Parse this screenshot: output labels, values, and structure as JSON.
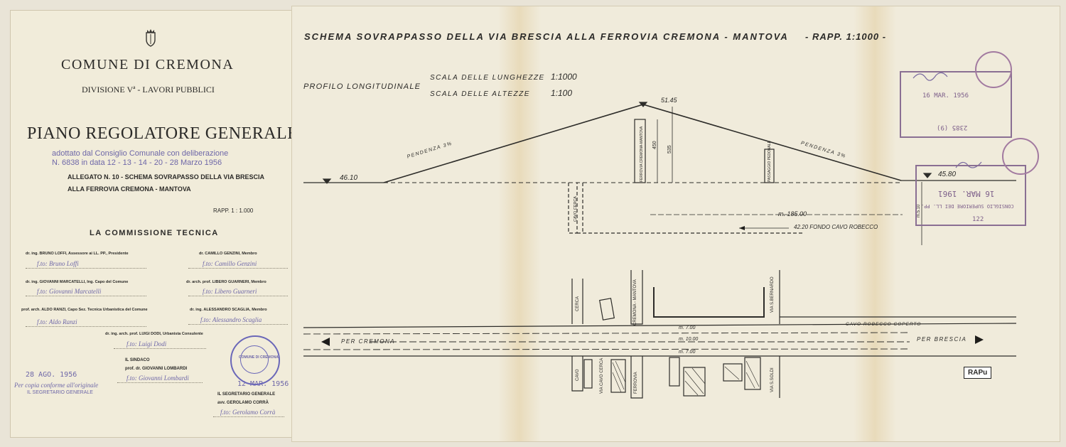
{
  "left_panel": {
    "municipality": "COMUNE DI CREMONA",
    "division": "DIVISIONE Vª - LAVORI PUBBLICI",
    "plan_title": "PIANO REGOLATORE GENERALE",
    "adoption_line1": "adottato dal Consiglio Comunale con deliberazione",
    "adoption_line2": "N. 6838 in data 12 - 13 - 14 - 20 - 28 Marzo 1956",
    "annex_line1": "ALLEGATO N. 10 - SCHEMA SOVRAPASSO DELLA VIA BRESCIA",
    "annex_line2": "ALLA FERROVIA CREMONA - MANTOVA",
    "scale": "RAPP. 1 : 1.000",
    "commission_heading": "LA COMMISSIONE TECNICA",
    "members": [
      {
        "role": "dr. ing. BRUNO LOFFI, Assessore ai LL. PP., Presidente",
        "signature": "f.to: Bruno Loffi"
      },
      {
        "role": "dr. CAMILLO GENZINI, Membro",
        "signature": "f.to: Camillo Genzini"
      },
      {
        "role": "dr. ing. GIOVANNI MARCATELLI, Ing. Capo del Comune",
        "signature": "f.to: Giovanni Marcatelli"
      },
      {
        "role": "dr. arch. prof. LIBERO GUARNERI, Membro",
        "signature": "f.to: Libero Guarneri"
      },
      {
        "role": "prof. arch. ALDO RANZI, Capo Sez. Tecnica Urbanistica del Comune",
        "signature": "f.to: Aldo Ranzi"
      },
      {
        "role": "dr. ing. ALESSANDRO SCAGLIA, Membro",
        "signature": "f.to: Alessandro Scaglia"
      },
      {
        "role": "dr. ing. arch. prof. LUIGI DODI, Urbanista Consulente",
        "signature": "f.to: Luigi Dodi"
      }
    ],
    "mayor_title": "IL SINDACO",
    "mayor_name": "prof. dr. GIOVANNI LOMBARDI",
    "mayor_signature": "f.to: Giovanni Lombardi",
    "secretary_title": "IL SEGRETARIO GENERALE",
    "secretary_name": "avv. GEROLAMO CORRÀ",
    "secretary_signature": "f.to: Gerolamo Corrà",
    "stamp_date_left": "28 AGO. 1956",
    "copy_note": "Per copia conforme all'originale",
    "copy_signer": "IL SEGRETARIO GENERALE",
    "stamp_date_middle": "12 MAR. 1956",
    "seal_text": "COMUNE DI CREMONA"
  },
  "drawing": {
    "title": "SCHEMA SOVRAPPASSO DELLA VIA BRESCIA ALLA FERROVIA CREMONA - MANTOVA",
    "title_scale": "- RAPP. 1:1000 -",
    "profile_heading": "PROFILO LONGITUDINALE",
    "scale_lengths_label": "SCALA DELLE LUNGHEZZE",
    "scale_lengths_value": "1:1000",
    "scale_heights_label": "SCALA DELLE ALTEZZE",
    "scale_heights_value": "1:100",
    "elev_left": "46.10",
    "elev_top": "51.45",
    "elev_right": "45.80",
    "slope_left": "PENDENZA 3%",
    "slope_right": "PENDENZA 3%",
    "dim_450": "450",
    "dim_535": "535",
    "dim_510": "m.5.10",
    "railway_label": "FERROVIA CREMONA-MANTOVA",
    "passage_label": "PASSAGGIO PEDONALE",
    "cavo_cerca": "CAVO CERCA",
    "length_dim": "m. 185.00",
    "canal_bottom": "42.20 FONDO CAVO ROBECCO",
    "plan_labels": {
      "cerca": "CERCA",
      "cremona_mantova": "CREMONA - MANTOVA",
      "via_s_bernardo": "VIA S.BERNARDO",
      "cavo_robecco": "CAVO ROBECCO COPERTO",
      "per_cremona": "PER CREMONA",
      "per_brescia": "PER BRESCIA",
      "w_top": "m. 7.00",
      "w_mid": "m. 10.00",
      "w_bot": "m. 7.00",
      "cavo": "CAVO",
      "via_cavo_cerca": "VIA CAVO CERCA",
      "ferrovia": "FERROVIA",
      "via_s_soldi": "VIA S.SOLDI"
    },
    "rapu": "RAPu",
    "stamp1_date": "16 MAR. 1956",
    "stamp1_number": "2385 (9)",
    "stamp2_date": "16 MAR. 1961",
    "stamp2_text": "CONSIGLIO SUPERIORE DEI LL. PP.",
    "stamp2_number": "122"
  }
}
